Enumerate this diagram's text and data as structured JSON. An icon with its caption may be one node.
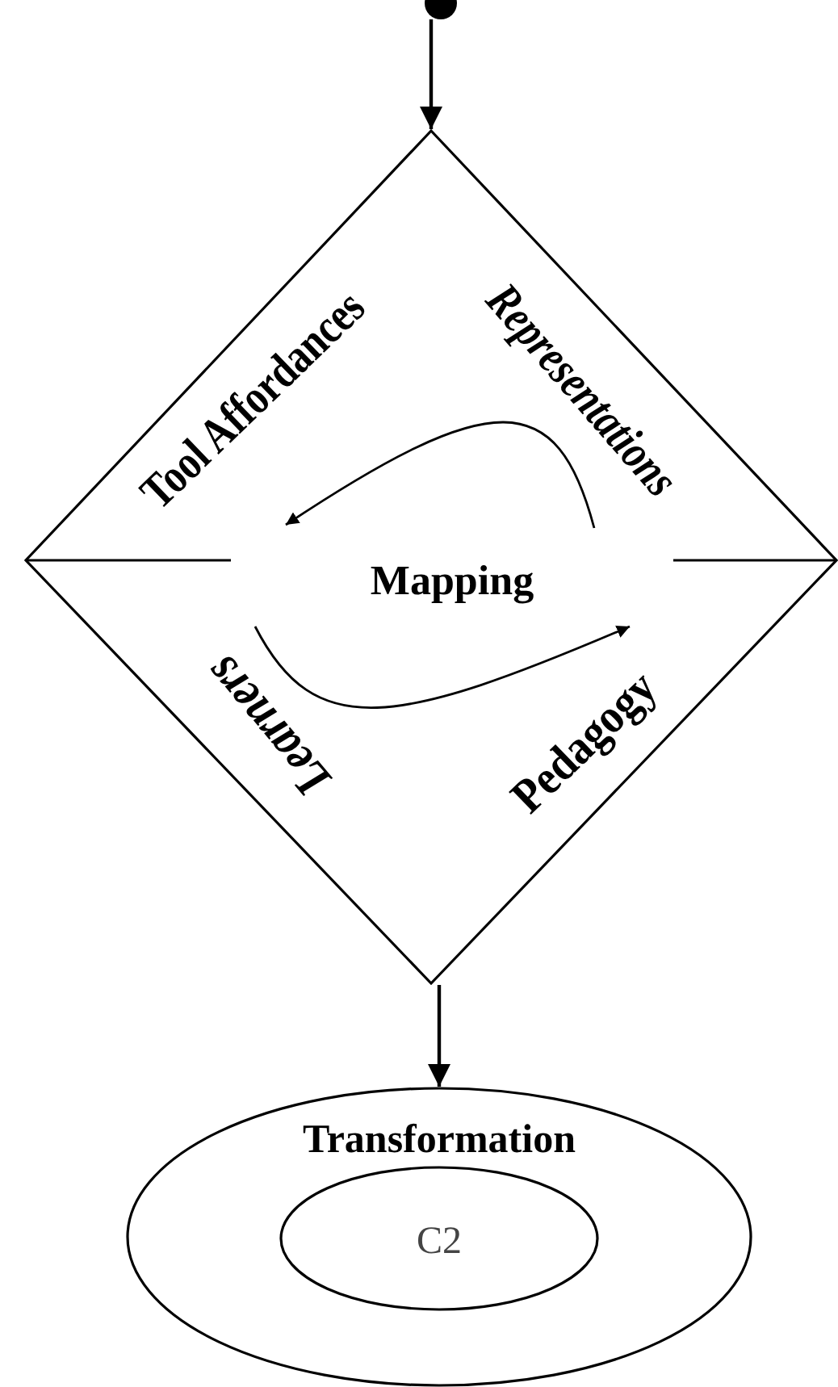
{
  "diagram": {
    "nodes": [
      {
        "text": [],
        "shape": "circle"
      },
      {
        "text": [
          "Tool Affordances",
          "Representations",
          "Mapping",
          "Learners",
          "Pedagogy"
        ]
      },
      {
        "text": [
          "Transformation"
        ]
      },
      {
        "text": [
          "C2"
        ],
        "in": 2
      }
    ],
    "edges": [
      {
        "from": 0,
        "to": 1,
        "arrow": "to"
      },
      {
        "from": 1,
        "to": 2,
        "arrow": "to"
      }
    ]
  }
}
